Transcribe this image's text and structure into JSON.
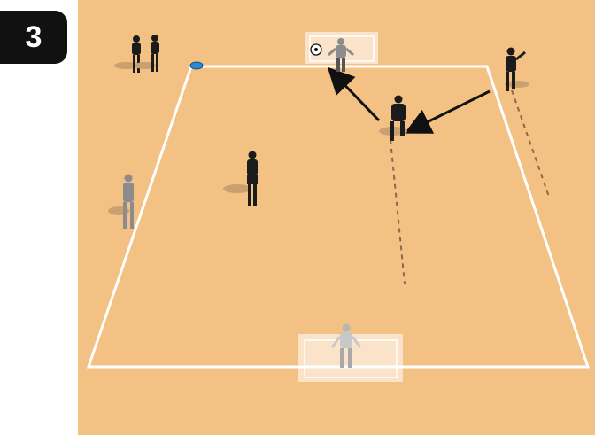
{
  "step_number": "3",
  "colors": {
    "pitch": "#f4c185",
    "pitch_lines": "#ffffff",
    "attacker": "#1b1b1b",
    "defender": "#8c8c8c",
    "cone": "#2a8ad6",
    "badge": "#111111",
    "shadow": "#c9a070",
    "pass_arrow": "#111111",
    "run_line": "#8a6a4a"
  },
  "players": [
    {
      "name": "waiting-attacker-1",
      "team": "attacker"
    },
    {
      "name": "waiting-attacker-2",
      "team": "attacker"
    },
    {
      "name": "attacker-midfield",
      "team": "attacker"
    },
    {
      "name": "attacker-center",
      "team": "attacker"
    },
    {
      "name": "attacker-right",
      "team": "attacker"
    },
    {
      "name": "defender-left",
      "team": "defender"
    },
    {
      "name": "goalkeeper-top",
      "team": "defender"
    },
    {
      "name": "goalkeeper-bottom",
      "team": "defender"
    }
  ],
  "equipment": [
    "top-goal",
    "bottom-goal",
    "ball",
    "blue-cone"
  ]
}
